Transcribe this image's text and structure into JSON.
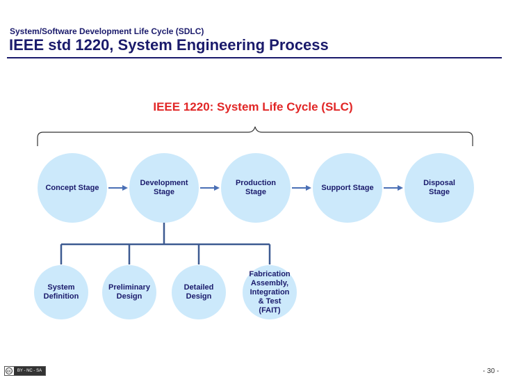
{
  "header": {
    "subtitle": "System/Software Development Life Cycle (SDLC)",
    "title": "IEEE std 1220, System Engineering Process"
  },
  "diagram": {
    "heading": "IEEE 1220: System Life Cycle (SLC)",
    "stages": [
      {
        "label": "Concept Stage"
      },
      {
        "label": "Development\nStage"
      },
      {
        "label": "Production\nStage"
      },
      {
        "label": "Support Stage"
      },
      {
        "label": "Disposal\nStage"
      }
    ],
    "development_substages": [
      {
        "label": "System\nDefinition"
      },
      {
        "label": "Preliminary\nDesign"
      },
      {
        "label": "Detailed\nDesign"
      },
      {
        "label": "Fabrication\nAssembly,\nIntegration\n& Test\n(FAIT)"
      }
    ]
  },
  "footer": {
    "license_text": "BY - NC - SA",
    "license_symbol": "cc",
    "page_number": "- 30 -"
  },
  "colors": {
    "title": "#1a1a6b",
    "heading": "#e12626",
    "circle_fill": "#cce9fb",
    "connector": "#3d5a91",
    "arrow": "#4a6fb5"
  }
}
